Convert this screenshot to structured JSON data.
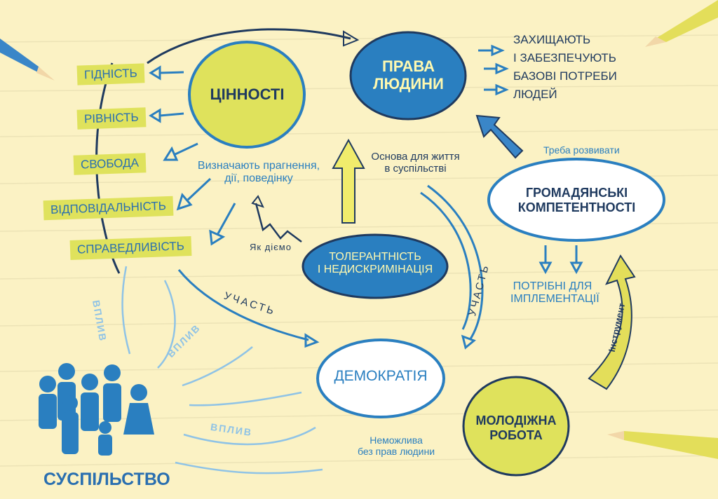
{
  "values_list": [
    "ГІДНІСТЬ",
    "РІВНІСТЬ",
    "СВОБОДА",
    "ВІДПОВІДАЛЬНІСТЬ",
    "СПРАВЕДЛИВІСТЬ"
  ],
  "values_node": "ЦІННОСТІ",
  "rights_node": {
    "line1": "ПРАВА",
    "line2": "ЛЮДИНИ"
  },
  "rights_effects": [
    "ЗАХИЩАЮТЬ",
    "І ЗАБЕЗПЕЧУЮТЬ",
    "БАЗОВІ ПОТРЕБИ",
    "ЛЮДЕЙ"
  ],
  "values_caption": {
    "line1": "Визначають прагнення,",
    "line2": "дії, поведінку"
  },
  "rights_caption": {
    "line1": "Основа для життя",
    "line2": "в суспільстві"
  },
  "develop_caption": "Треба розвивати",
  "competences_node": {
    "line1": "ГРОМАДЯНСЬКІ",
    "line2": "КОМПЕТЕНТНОСТІ"
  },
  "how_we_act": "Як діємо",
  "tolerance_node": {
    "line1": "ТОЛЕРАНТНІСТЬ",
    "line2": "І НЕДИСКРИМІНАЦІЯ"
  },
  "participation_left": "УЧАСТЬ",
  "participation_right": "УЧАСТЬ",
  "implementation_caption": {
    "line1": "ПОТРІБНІ ДЛЯ",
    "line2": "ІМПЛЕМЕНТАЦІЇ"
  },
  "instrument_label": "Інструмент",
  "democracy_node": "ДЕМОКРАТІЯ",
  "democracy_caption": {
    "line1": "Неможлива",
    "line2": "без прав людини"
  },
  "youth_work_node": {
    "line1": "МОЛОДІЖНА",
    "line2": "РОБОТА"
  },
  "influence_labels": [
    "ВПЛИВ",
    "ВПЛИВ",
    "ВПЛИВ"
  ],
  "society_label": "СУСПІЛЬСТВО",
  "colors": {
    "background": "#fbf2c4",
    "blue": "#2a7fc0",
    "yellow": "#dfe25c",
    "dark": "#1f3a5f"
  }
}
